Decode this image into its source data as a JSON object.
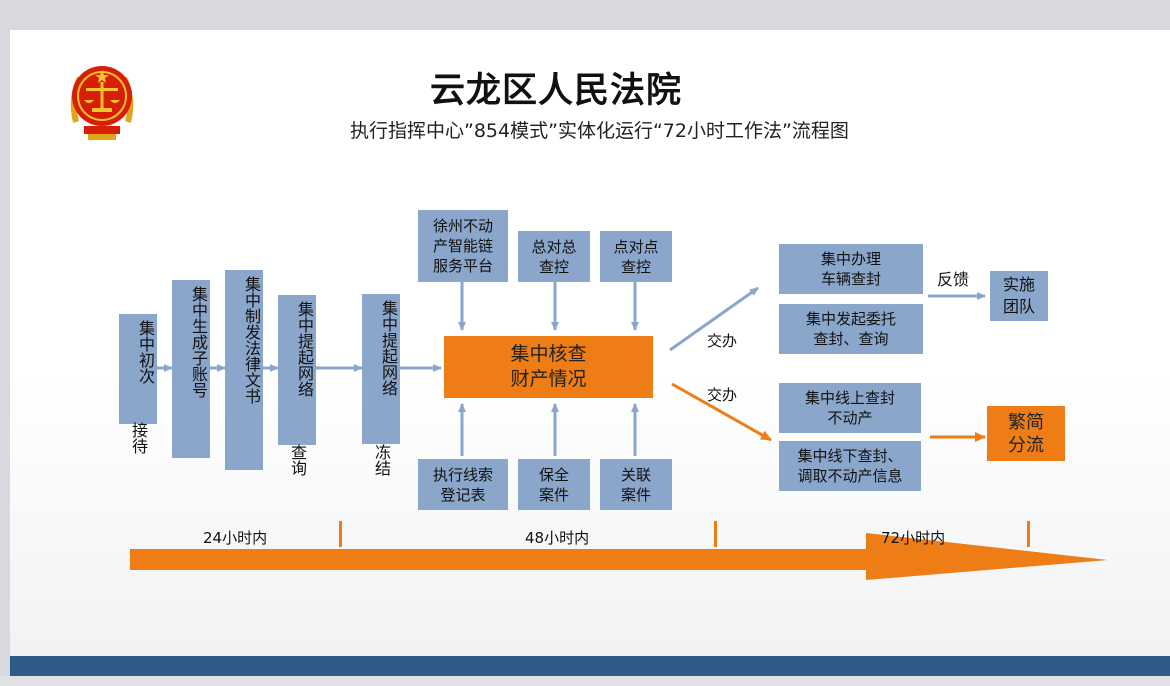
{
  "header": {
    "title": "云龙区人民法院",
    "subtitle": "执行指挥中心”854模式”实体化运行“72小时工作法”流程图",
    "emblem_icon": "court-emblem-icon"
  },
  "steps": {
    "s1": {
      "box": "集中初次",
      "tail": "接待"
    },
    "s2": {
      "box": "集中生成子账号"
    },
    "s3": {
      "box": "集中制发法律文书"
    },
    "s4": {
      "box": "集中提起网络",
      "tail": "查询"
    },
    "s5": {
      "box": "集中提起网络",
      "tail": "冻结"
    }
  },
  "center": {
    "line1": "集中核查",
    "line2": "财产情况"
  },
  "top_inputs": [
    "徐州不动\n产智能链\n服务平台",
    "总对总\n查控",
    "点对点\n查控"
  ],
  "bottom_inputs": [
    "执行线索\n登记表",
    "保全\n案件",
    "关联\n案件"
  ],
  "labels": {
    "handover_upper": "交办",
    "handover_lower": "交办",
    "feedback": "反馈"
  },
  "upper_boxes": [
    "集中办理\n车辆查封",
    "集中发起委托\n查封、查询"
  ],
  "lower_boxes": [
    "集中线上查封\n不动产",
    "集中线下查封、\n调取不动产信息"
  ],
  "team": "实施\n团队",
  "triage": "繁简\n分流",
  "timeline": {
    "labels": [
      "24小时内",
      "48小时内",
      "72小时内"
    ]
  },
  "colors": {
    "blue_box": "#8aa6cb",
    "orange": "#ee7d16",
    "arrow_blue": "#8aa6cb",
    "footer_bar": "#2f5c86"
  }
}
